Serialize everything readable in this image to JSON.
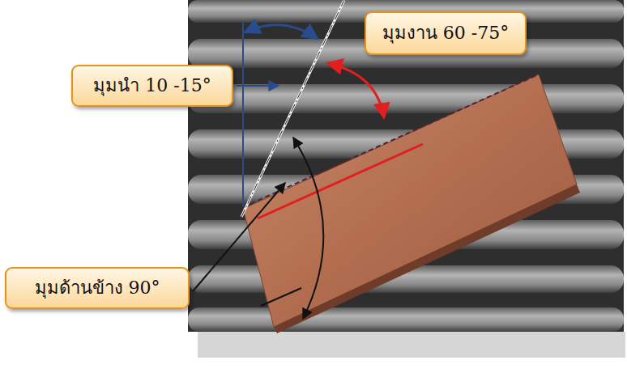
{
  "diagram": {
    "nodes": [
      {
        "text": [
          "มุมงาน  60 -75°"
        ]
      },
      {
        "text": [
          "มุมนำ 10 -15°"
        ]
      },
      {
        "text": [
          "มุมด้านข้าง 90°"
        ]
      }
    ]
  }
}
